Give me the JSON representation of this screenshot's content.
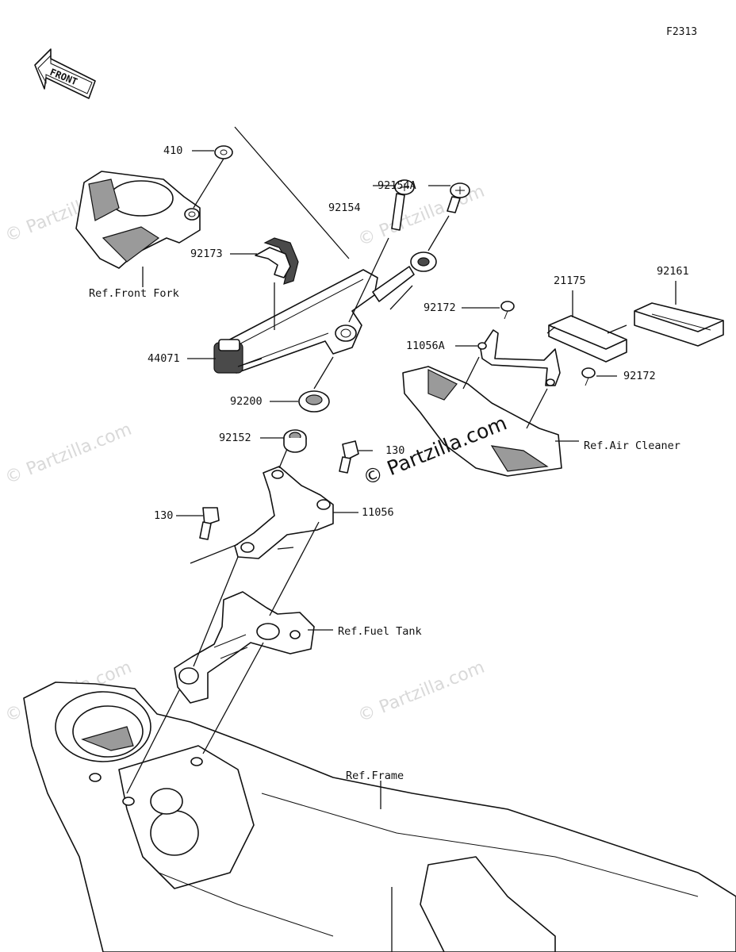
{
  "figure_code": "F2313",
  "front_arrow_text": "FRONT",
  "watermark": "© Partzilla.com",
  "part_labels": {
    "p410": "410",
    "p92154A": "92154A",
    "p92154": "92154",
    "p92173": "92173",
    "p44071": "44071",
    "p92200": "92200",
    "p92152": "92152",
    "p130a": "130",
    "p130b": "130",
    "p11056": "11056",
    "p11056A": "11056A",
    "p92172a": "92172",
    "p92172b": "92172",
    "p21175": "21175",
    "p92161": "92161"
  },
  "ref_labels": {
    "front_fork": "Ref.Front Fork",
    "air_cleaner": "Ref.Air Cleaner",
    "fuel_tank": "Ref.Fuel Tank",
    "frame": "Ref.Frame"
  }
}
